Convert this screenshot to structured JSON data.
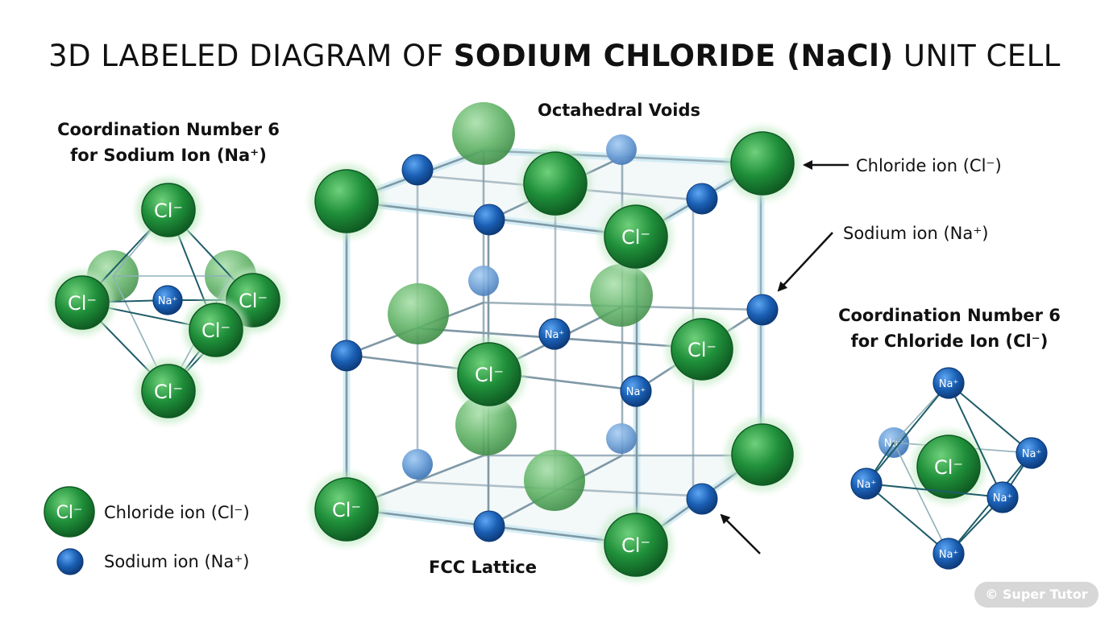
{
  "title": {
    "prefix": "3D LABELED DIAGRAM OF ",
    "bold": "SODIUM CHLORIDE (NaCl)",
    "suffix": " UNIT CELL"
  },
  "left_panel": {
    "heading_line1": "Coordination Number 6",
    "heading_line2": "for Sodium Ion (Na⁺)"
  },
  "right_panel": {
    "heading_line1": "Coordination Number 6",
    "heading_line2": "for Chloride Ion (Cl⁻)"
  },
  "lattice": {
    "top_label": "Octahedral Voids",
    "bottom_label": "FCC Lattice",
    "callout_chloride": "Chloride ion (Cl⁻)",
    "callout_sodium": "Sodium ion (Na⁺)"
  },
  "ions": {
    "cl_symbol": "Cl⁻",
    "na_symbol": "Na⁺"
  },
  "legend": {
    "chloride": "Chloride ion (Cl⁻)",
    "sodium": "Sodium ion (Na⁺)"
  },
  "watermark": "© Super Tutor",
  "colors": {
    "chloride": "#1f8f3a",
    "sodium": "#1a5fb4",
    "lattice_line": "#7f98a6",
    "glow": "#cdeaf3"
  }
}
